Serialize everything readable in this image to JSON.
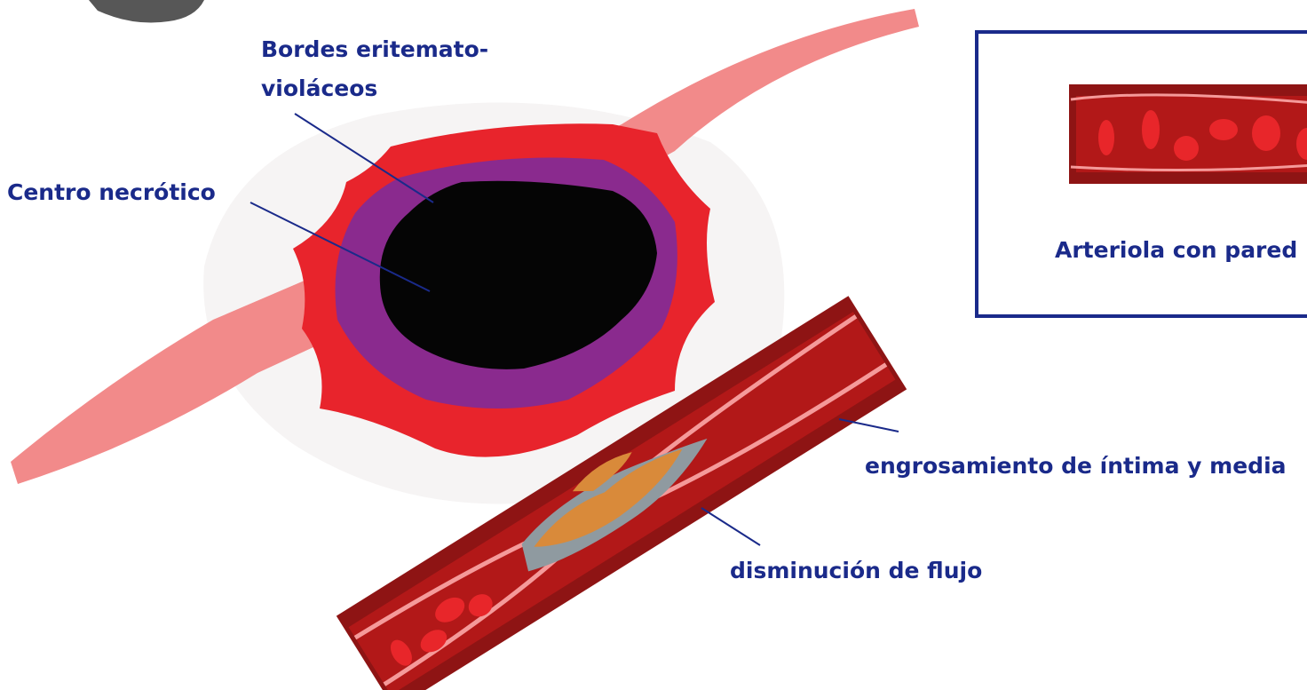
{
  "labels": {
    "borders_line1": "Bordes eritemato-",
    "borders_line2": "violáceos",
    "center": "Centro necrótico",
    "arteriole_caption": "Arteriola con pared",
    "thickening": "engrosamiento de íntima y media",
    "flow": "disminución de flujo"
  },
  "colors": {
    "label_text": "#1a2a8a",
    "leader_line": "#1a2a8a",
    "frame_border": "#1a2a8a",
    "skin_pink": "#f28a8a",
    "erythema_red": "#e8242c",
    "violet_border": "#8a2a8e",
    "necrotic_center": "#050505",
    "vessel_wall": "#8e1414",
    "vessel_lumen": "#b21818",
    "intima_pink": "#f59a9a",
    "red_cell": "#e8262a",
    "plaque_orange": "#d98a3a",
    "plaque_grey": "#8f9aa0"
  }
}
